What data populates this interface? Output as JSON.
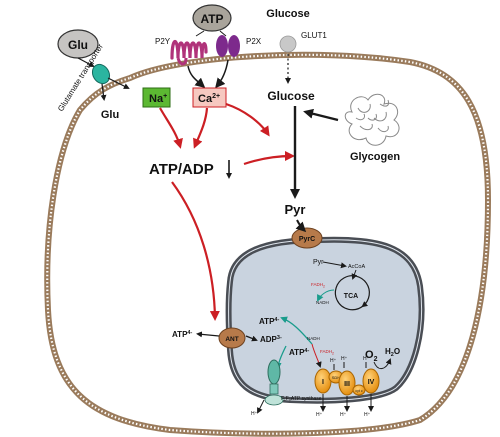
{
  "extracellular": {
    "glu": "Glu",
    "atp": "ATP",
    "glucose": "Glucose",
    "p2y": "P2Y",
    "p2x": "P2X",
    "glut1": "GLUT1",
    "glutamate_transporter": "Glutamate transporter"
  },
  "cytosol": {
    "glu": "Glu",
    "na": "Na",
    "na_sup": "+",
    "ca": "Ca",
    "ca_sup": "2+",
    "glucose": "Glucose",
    "atp_adp": "ATP/ADP",
    "glycogen": "Glycogen",
    "pyr": "Pyr",
    "atp_out": "ATP",
    "atp_out_sup": "4-"
  },
  "mitochondrion": {
    "pyrc": "PyrC",
    "pyr": "Pyr",
    "accoa": "AcCoA",
    "tca": "TCA",
    "fadh2_top": "FADH",
    "nadh": "NADH",
    "nadh_red": "NADH",
    "fadh2_bottom": "FADH",
    "atp4_top": "ATP",
    "atp4_top_sup": "4-",
    "adp3": "ADP",
    "adp3_sup": "3-",
    "atp4_mid": "ATP",
    "atp4_mid_sup": "4-",
    "ant": "ANT",
    "atp_synthase": "F₁F₀ATP synthase",
    "o2": "O",
    "o2_sub": "2",
    "h2o": "H",
    "h2o_sub": "2",
    "h2o_o": "O",
    "complex_i": "I",
    "complex_ii": "SDH",
    "complex_iii": "III",
    "cyt_c": "cyt c",
    "complex_iv": "IV",
    "h_plus": "H⁺"
  },
  "colors": {
    "arrow_red": "#cc1f24",
    "arrow_black": "#1a1a1a",
    "arrow_teal": "#1a9c8c",
    "membrane": "#9a7b5c",
    "na_box": "#5cb832",
    "ca_box": "#f6c8c0",
    "atp_ellipse": "#a9a49b",
    "glu_ellipse": "#c6c4c2",
    "transporter": "#2bb5a0",
    "p2y": "#b0337a",
    "p2x": "#7d2a8c",
    "glut1": "#c8c8c8",
    "pyrc": "#b77a4a",
    "mito_fill": "#c9d3df",
    "mito_outer": "#4a4e55",
    "complexes": "#f0a824"
  }
}
